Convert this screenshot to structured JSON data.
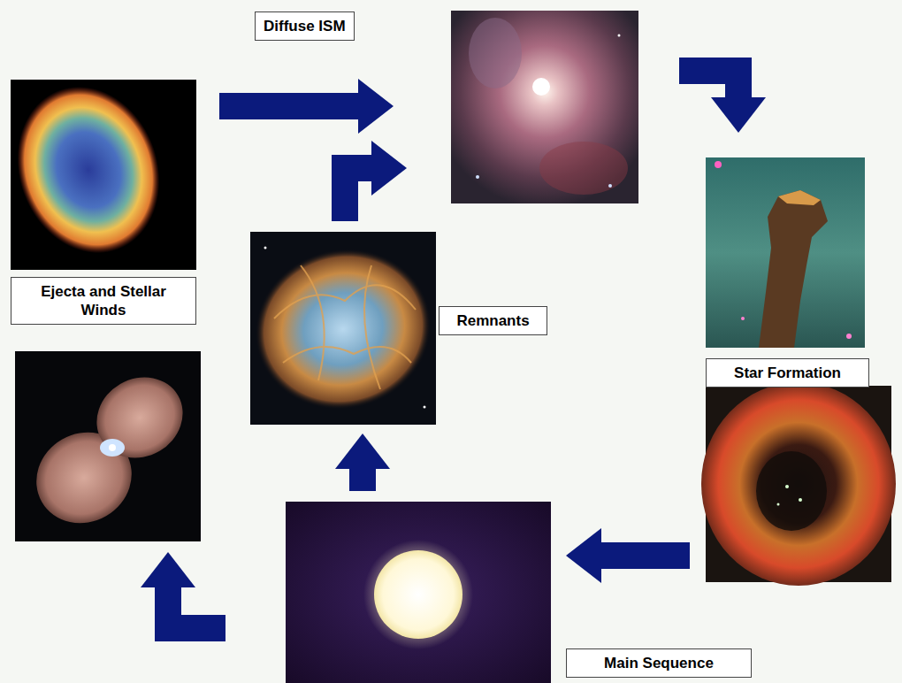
{
  "diagram": {
    "nodes": [
      {
        "text": [
          "Diffuse ISM"
        ]
      },
      {
        "text": [
          "Star Formation"
        ]
      },
      {
        "text": [
          "Main Sequence"
        ]
      },
      {
        "text": [
          "Remnants"
        ]
      },
      {
        "text": [
          "Ejecta and Stellar Winds"
        ]
      }
    ],
    "edges": [
      {
        "from": 0,
        "to": 1,
        "arrow": "to"
      },
      {
        "from": 1,
        "to": 2,
        "arrow": "to"
      },
      {
        "from": 2,
        "to": 4,
        "arrow": "to"
      },
      {
        "from": 2,
        "to": 3,
        "arrow": "to"
      },
      {
        "from": 3,
        "to": 0,
        "arrow": "to"
      },
      {
        "from": 4,
        "to": 0,
        "arrow": "to"
      }
    ]
  }
}
